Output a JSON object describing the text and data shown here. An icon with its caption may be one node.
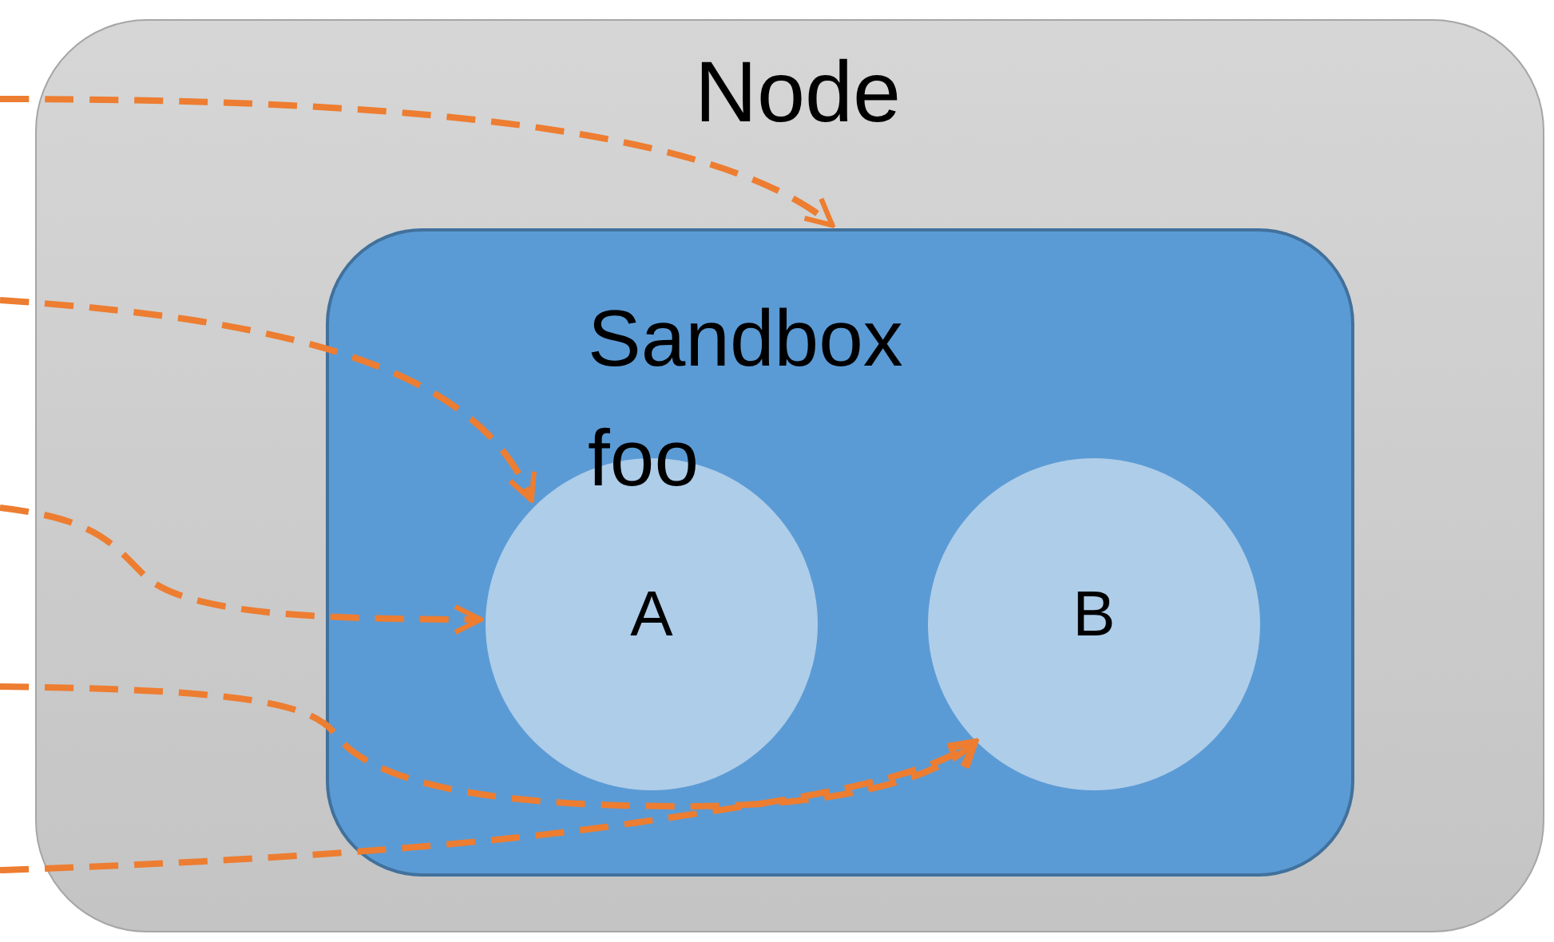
{
  "diagram": {
    "nodes": [
      {
        "text": [
          "Node"
        ]
      },
      {
        "text": [
          "Sandbox foo"
        ],
        "in": 0
      },
      {
        "text": [
          "A"
        ],
        "in": 1
      },
      {
        "text": [
          "B"
        ],
        "in": 1
      }
    ],
    "edges": [
      {
        "from": null,
        "to": 1,
        "arrow": "to",
        "style": "dashed"
      },
      {
        "from": null,
        "to": 2,
        "arrow": "to",
        "style": "dashed"
      },
      {
        "from": null,
        "to": 2,
        "arrow": "to",
        "style": "dashed"
      },
      {
        "from": null,
        "to": 3,
        "arrow": "to",
        "style": "dashed"
      },
      {
        "from": null,
        "to": 3,
        "arrow": "to",
        "style": "dashed"
      }
    ]
  }
}
